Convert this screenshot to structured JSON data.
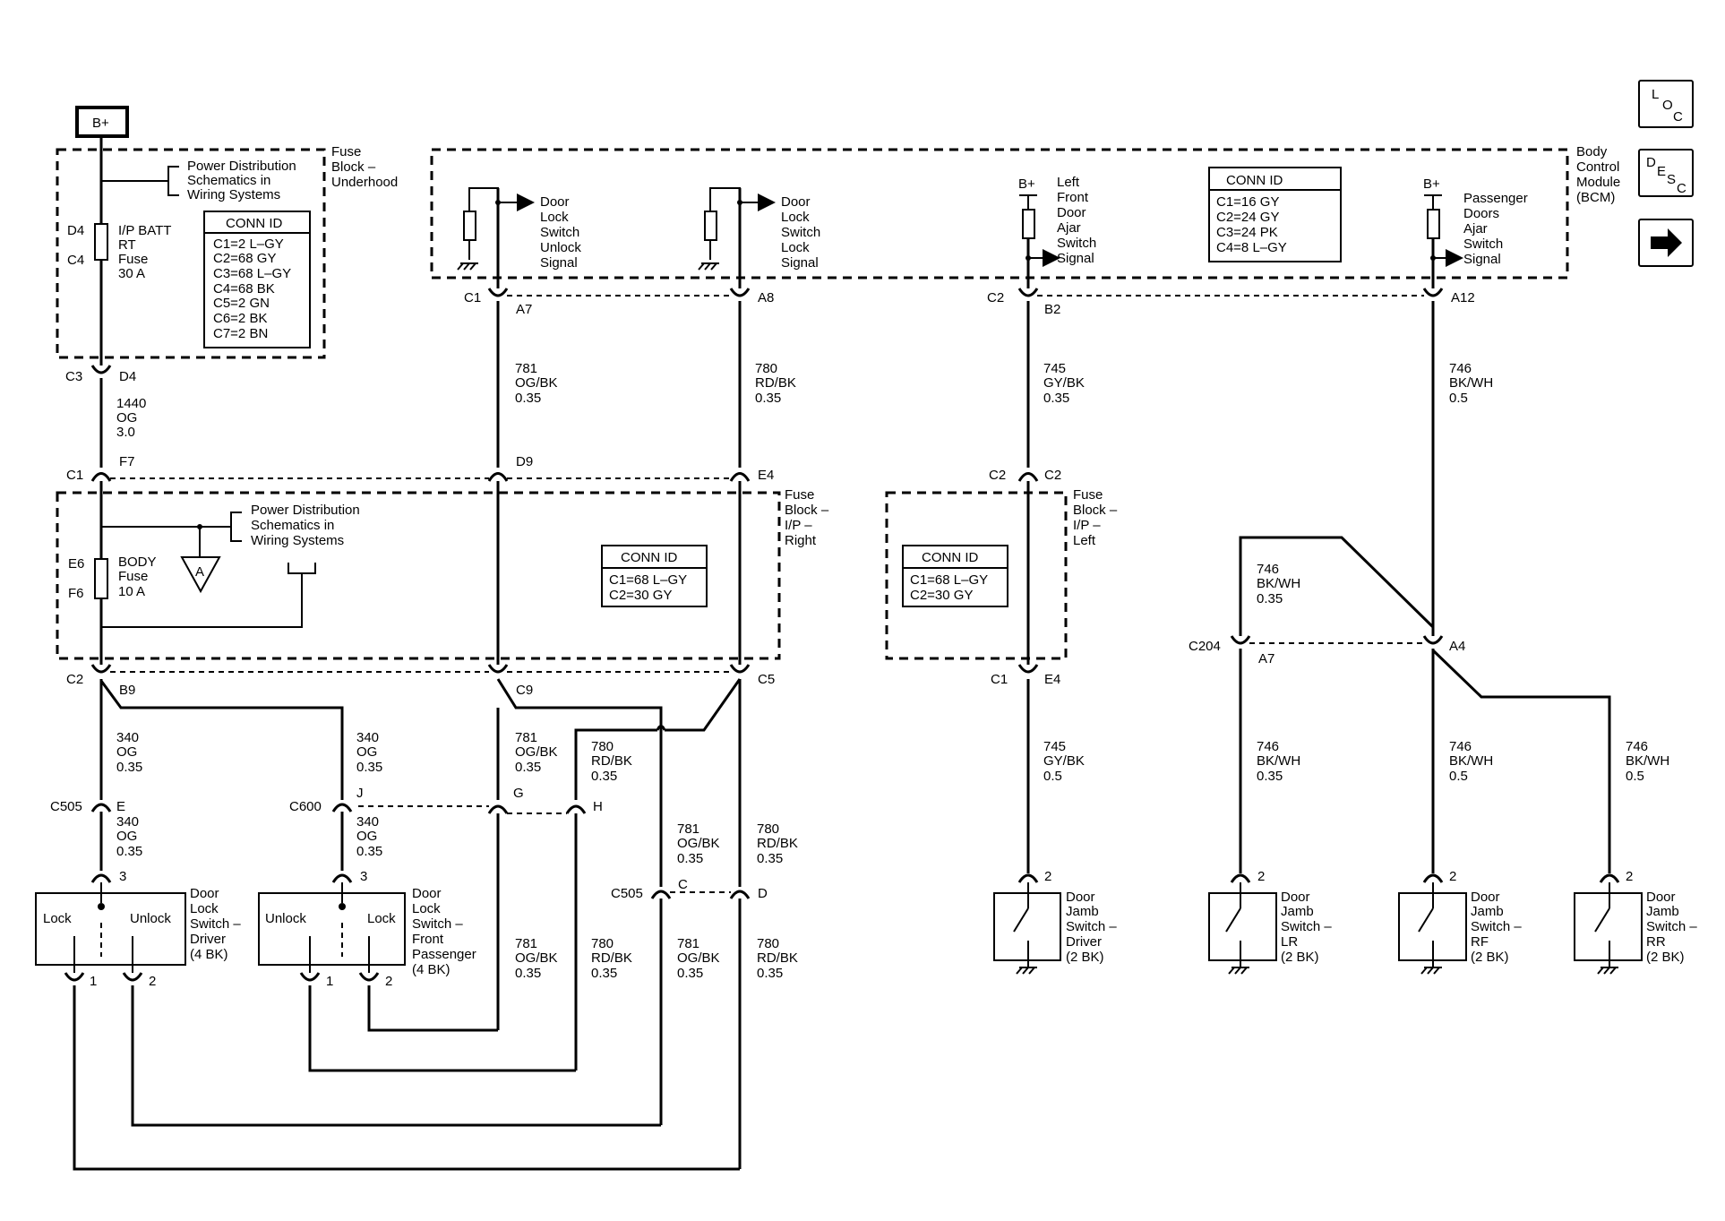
{
  "power": {
    "bplus": "B+"
  },
  "nav": {
    "loc": [
      "L",
      "O",
      "C"
    ],
    "desc": [
      "D",
      "E",
      "S",
      "C"
    ],
    "arrow_icon": "right-arrow-icon"
  },
  "underhood": {
    "title": [
      "Fuse",
      "Block –",
      "Underhood"
    ],
    "power_ref": [
      "Power Distribution",
      "Schematics in",
      "Wiring Systems"
    ],
    "fuse_pins": [
      "D4",
      "C4"
    ],
    "fuse_label": [
      "I/P BATT",
      "RT",
      "Fuse",
      "30 A"
    ],
    "conn_title": "CONN ID",
    "conn": [
      "C1=2 L–GY",
      "C2=68 GY",
      "C3=68 L–GY",
      "C4=68 BK",
      "C5=2 GN",
      "C6=2 BK",
      "C7=2 BN"
    ],
    "out_pins": [
      "C3",
      "D4"
    ],
    "wire": [
      "1440",
      "OG",
      "3.0"
    ]
  },
  "ip_right": {
    "title": [
      "Fuse",
      "Block –",
      "I/P –",
      "Right"
    ],
    "power_ref": [
      "Power Distribution",
      "Schematics in",
      "Wiring Systems"
    ],
    "ground_ref": "A",
    "fuse_pins": [
      "E6",
      "F6"
    ],
    "fuse_label": [
      "BODY",
      "Fuse",
      "10 A"
    ],
    "conn_title": "CONN ID",
    "conn": [
      "C1=68 L–GY",
      "C2=30 GY"
    ],
    "top_pins": [
      "C1",
      "F7",
      "D9",
      "E4"
    ],
    "bot_pins": [
      "C2",
      "B9",
      "C9",
      "C5"
    ]
  },
  "ip_left": {
    "title": [
      "Fuse",
      "Block –",
      "I/P –",
      "Left"
    ],
    "conn_title": "CONN ID",
    "conn": [
      "C1=68 L–GY",
      "C2=30 GY"
    ],
    "top_pins": [
      "C2",
      "C2"
    ],
    "bot_pins": [
      "C1",
      "E4"
    ]
  },
  "bcm": {
    "title": [
      "Body",
      "Control",
      "Module",
      "(BCM)"
    ],
    "conn_title": "CONN ID",
    "conn": [
      "C1=16 GY",
      "C2=24 GY",
      "C3=24 PK",
      "C4=8 L–GY"
    ],
    "unlock_signal": [
      "Door",
      "Lock",
      "Switch",
      "Unlock",
      "Signal"
    ],
    "lock_signal": [
      "Door",
      "Lock",
      "Switch",
      "Lock",
      "Signal"
    ],
    "lf_ajar": [
      "Left",
      "Front",
      "Door",
      "Ajar",
      "Switch",
      "Signal"
    ],
    "pass_ajar": [
      "Passenger",
      "Doors",
      "Ajar",
      "Switch",
      "Signal"
    ],
    "bplus": "B+",
    "pins": [
      "C1",
      "A7",
      "A8",
      "C2",
      "B2",
      "A12"
    ]
  },
  "wires": {
    "w781": [
      "781",
      "OG/BK",
      "0.35"
    ],
    "w780": [
      "780",
      "RD/BK",
      "0.35"
    ],
    "w745a": [
      "745",
      "GY/BK",
      "0.35"
    ],
    "w746a": [
      "746",
      "BK/WH",
      "0.5"
    ],
    "w746b": [
      "746",
      "BK/WH",
      "0.35"
    ],
    "w340": [
      "340",
      "OG",
      "0.35"
    ],
    "w781c": [
      "781",
      "OG/BK",
      "0.35"
    ],
    "w780c": [
      "780",
      "RD/BK",
      "0.35"
    ],
    "w745b": [
      "745",
      "GY/BK",
      "0.5"
    ],
    "w746lr": [
      "746",
      "BK/WH",
      "0.35"
    ],
    "w746rf": [
      "746",
      "BK/WH",
      "0.5"
    ],
    "w746rr": [
      "746",
      "BK/WH",
      "0.5"
    ]
  },
  "connectors": {
    "c204": [
      "C204",
      "A7",
      "A4"
    ],
    "c505": [
      "C505",
      "E"
    ],
    "c600": [
      "C600",
      "J",
      "G",
      "H"
    ],
    "c505b": [
      "C505",
      "C",
      "D"
    ]
  },
  "switches": {
    "driver": {
      "label": [
        "Door",
        "Lock",
        "Switch –",
        "Driver",
        "(4 BK)"
      ],
      "left": "Lock",
      "right": "Unlock",
      "top_pin": "3",
      "pins": [
        "1",
        "2"
      ]
    },
    "passenger": {
      "label": [
        "Door",
        "Lock",
        "Switch –",
        "Front",
        "Passenger",
        "(4 BK)"
      ],
      "left": "Unlock",
      "right": "Lock",
      "top_pin": "3",
      "pins": [
        "1",
        "2"
      ]
    },
    "jamb_driver": {
      "label": [
        "Door",
        "Jamb",
        "Switch –",
        "Driver",
        "(2 BK)"
      ],
      "pin": "2"
    },
    "jamb_lr": {
      "label": [
        "Door",
        "Jamb",
        "Switch –",
        "LR",
        "(2 BK)"
      ],
      "pin": "2"
    },
    "jamb_rf": {
      "label": [
        "Door",
        "Jamb",
        "Switch –",
        "RF",
        "(2 BK)"
      ],
      "pin": "2"
    },
    "jamb_rr": {
      "label": [
        "Door",
        "Jamb",
        "Switch –",
        "RR",
        "(2 BK)"
      ],
      "pin": "2"
    }
  }
}
